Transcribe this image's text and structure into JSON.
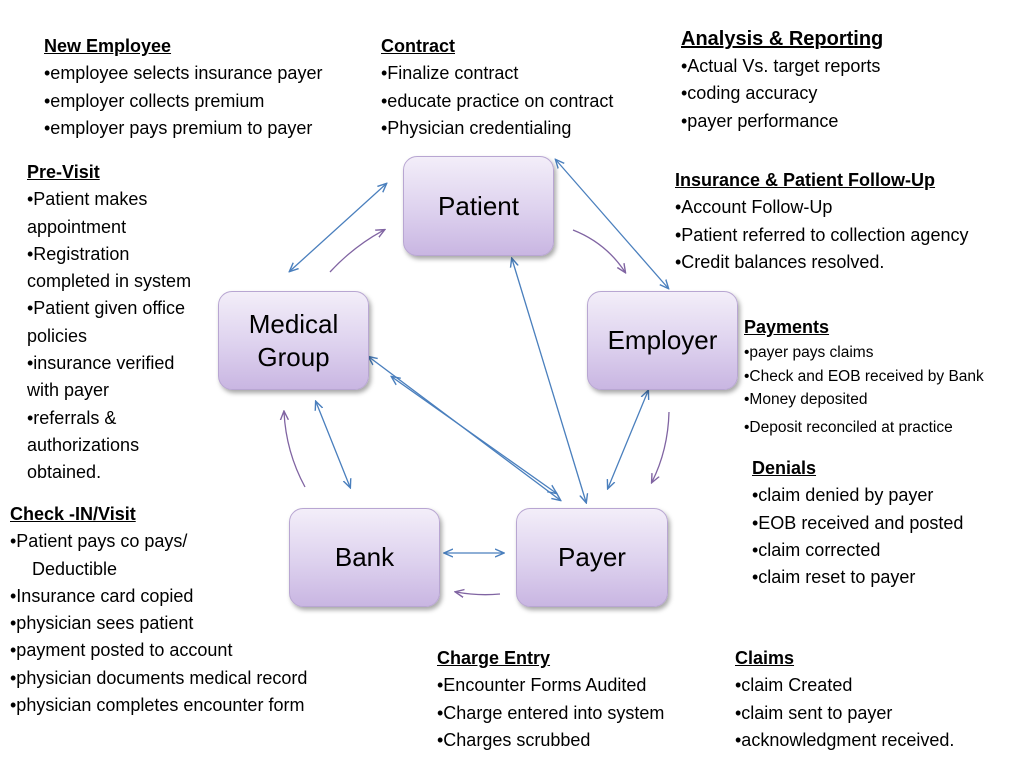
{
  "nodes": {
    "patient": "Patient",
    "medical_group": "Medical Group",
    "employer": "Employer",
    "bank": "Bank",
    "payer": "Payer"
  },
  "new_employee": {
    "heading": "New Employee",
    "items": [
      "•employee selects insurance payer",
      "•employer collects premium",
      "•employer pays premium to payer"
    ]
  },
  "contract": {
    "heading": "Contract",
    "items": [
      "•Finalize contract",
      "•educate practice on contract",
      "•Physician credentialing"
    ]
  },
  "analysis": {
    "heading": "Analysis & Reporting",
    "items": [
      "•Actual Vs. target reports",
      "•coding accuracy",
      "•payer performance"
    ]
  },
  "pre_visit": {
    "heading": "Pre-Visit",
    "items": [
      "•Patient makes",
      "appointment",
      "•Registration",
      "completed in system",
      "•Patient given office",
      "policies",
      "•insurance verified",
      "with payer",
      "•referrals &",
      "authorizations",
      "obtained."
    ]
  },
  "followup": {
    "heading": "Insurance & Patient Follow-Up",
    "items": [
      "•Account Follow-Up",
      "•Patient referred to collection agency",
      "•Credit balances resolved."
    ]
  },
  "payments": {
    "heading": "Payments",
    "items": [
      "•payer pays claims",
      "•Check and EOB received by Bank",
      "•Money deposited",
      "•Deposit reconciled at practice"
    ]
  },
  "denials": {
    "heading": "Denials",
    "items": [
      "•claim denied by payer",
      "•EOB received and posted",
      "•claim corrected",
      "•claim reset to payer"
    ]
  },
  "checkin": {
    "heading": "Check -IN/Visit",
    "items": [
      "•Patient pays co pays/",
      "Deductible",
      "•Insurance card copied",
      "•physician sees patient",
      "•payment posted to account",
      "•physician documents medical record",
      "•physician completes encounter form"
    ]
  },
  "charge_entry": {
    "heading": "Charge Entry",
    "items": [
      "•Encounter Forms Audited",
      "•Charge entered into system",
      "•Charges scrubbed"
    ]
  },
  "claims": {
    "heading": "Claims",
    "items": [
      "•claim Created",
      "•claim sent to payer",
      "•acknowledgment received."
    ]
  },
  "colors": {
    "blue_arrow": "#4a7fbd",
    "purple_arrow": "#8064a2",
    "node_fill": "#d9cbea"
  }
}
